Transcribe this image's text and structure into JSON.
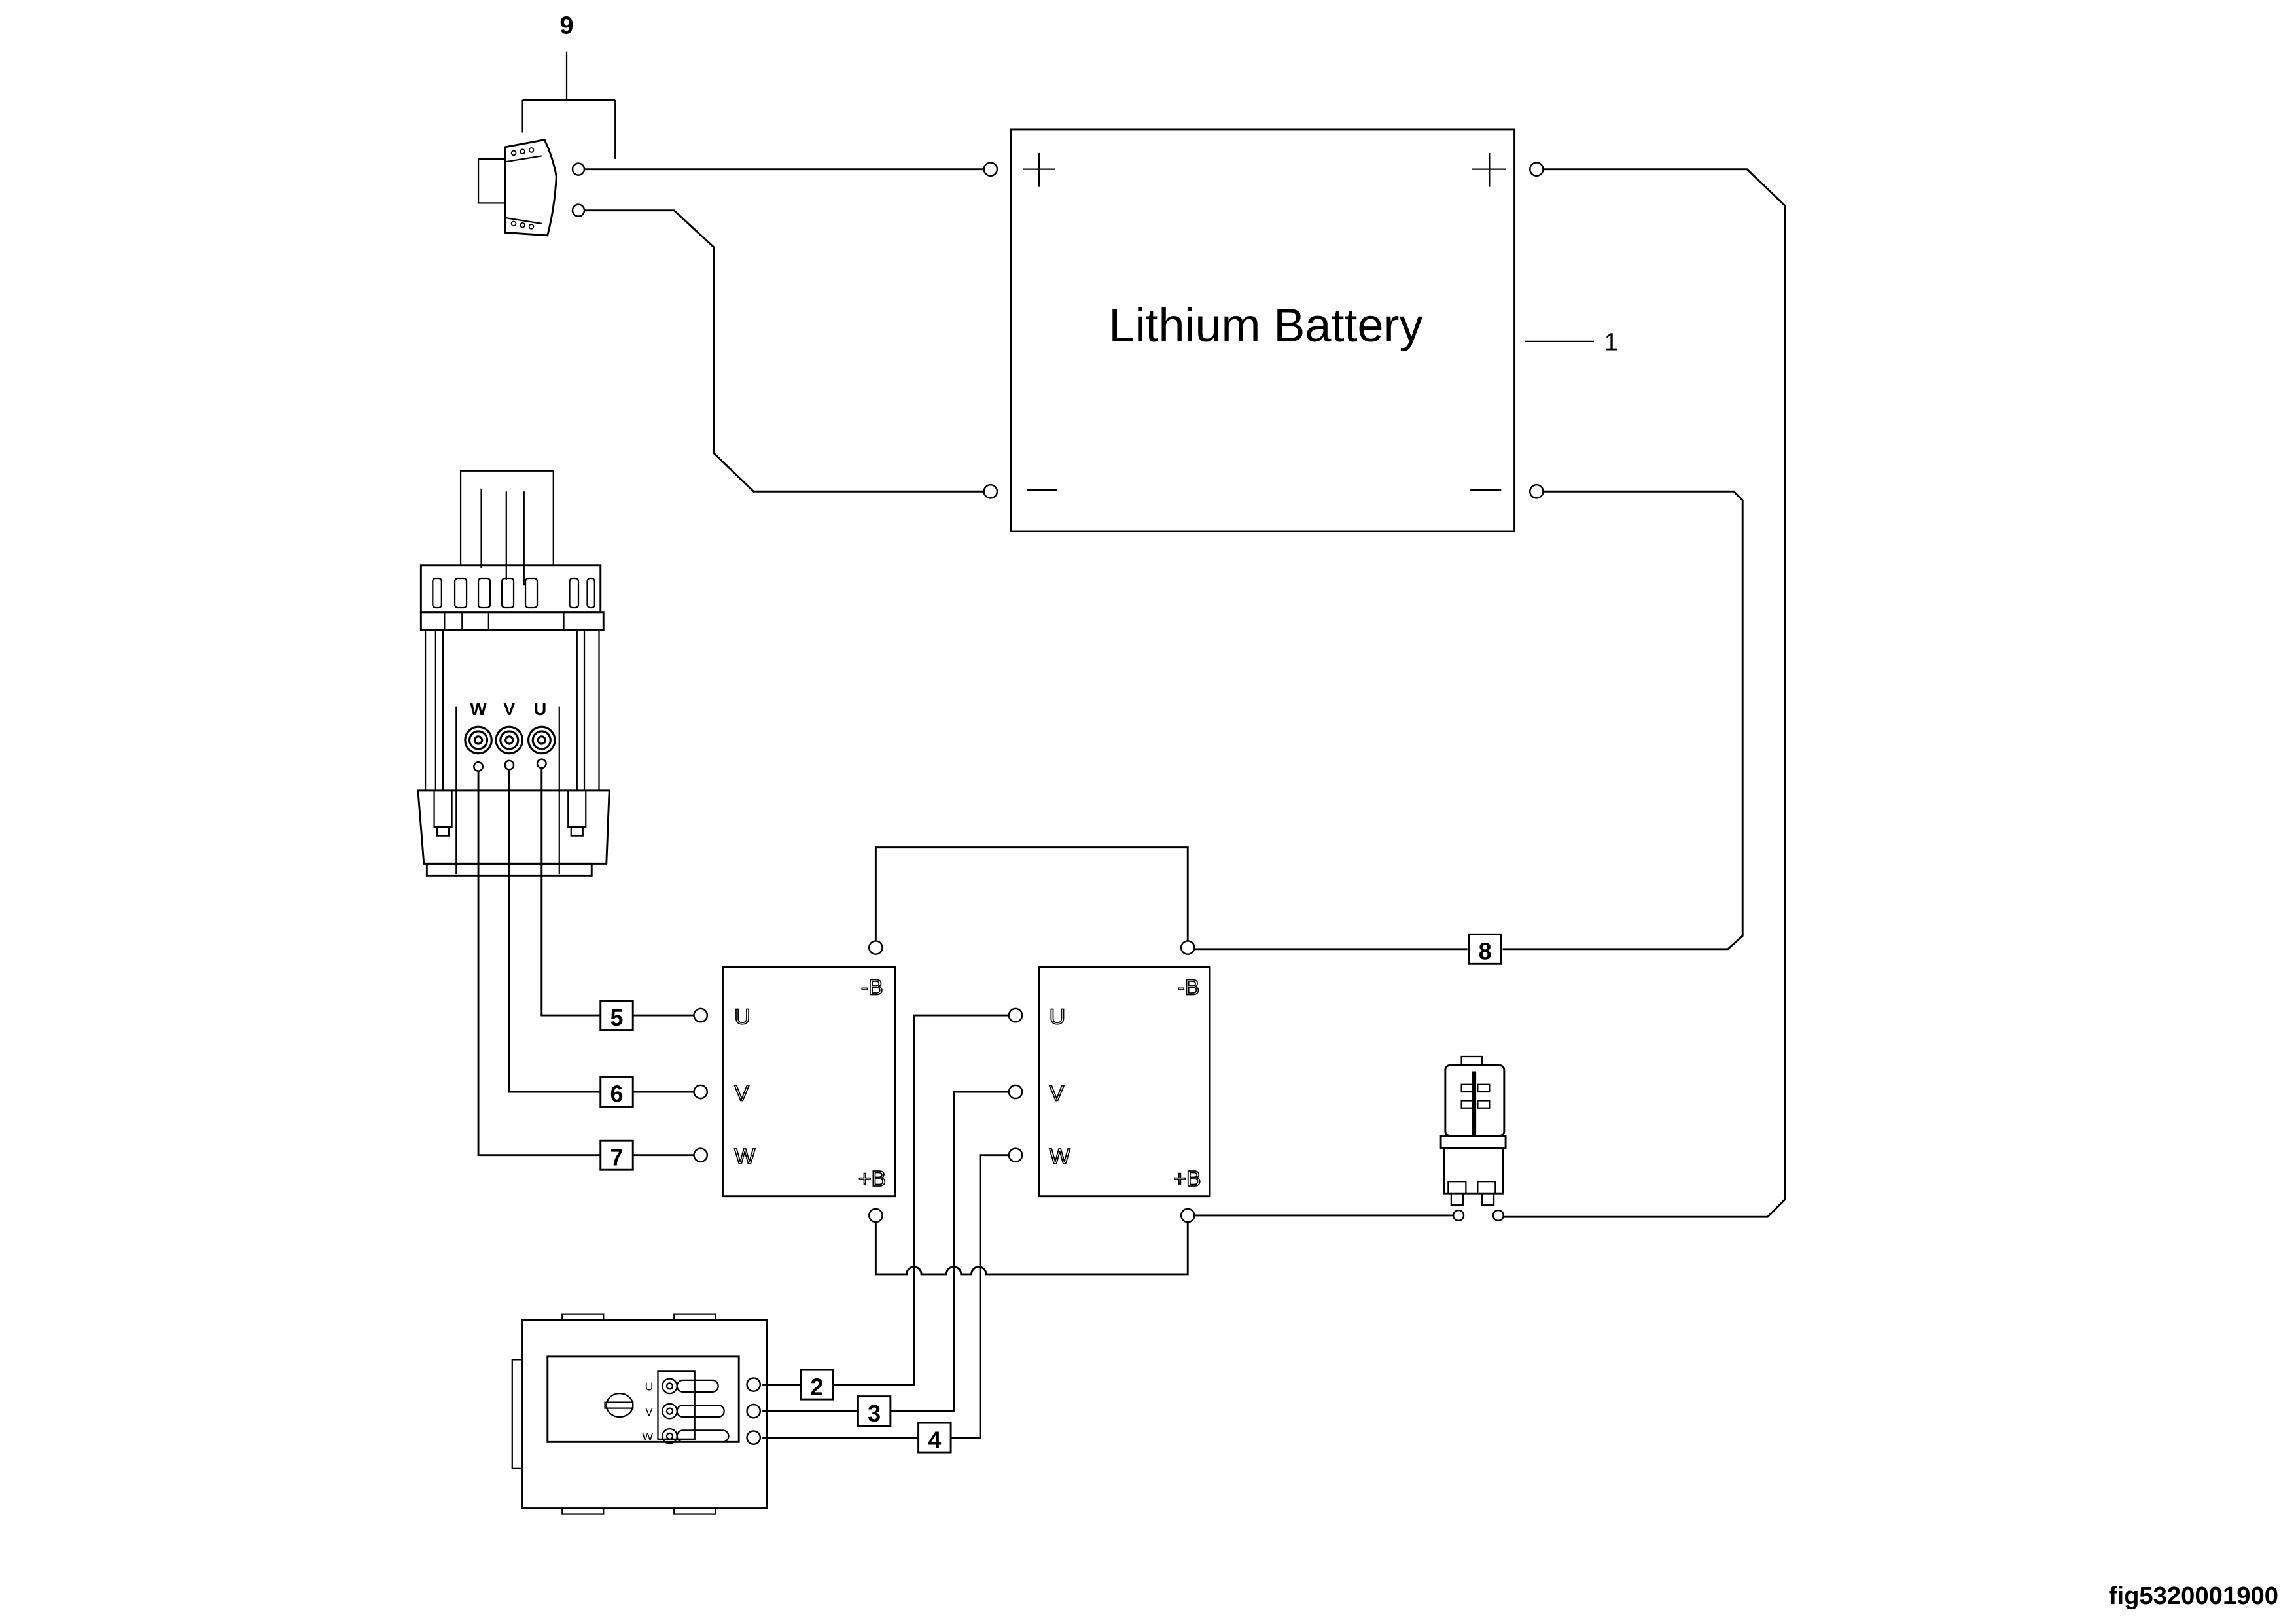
{
  "diagram": {
    "figure_id": "fig5320001900",
    "battery": {
      "title": "Lithium Battery",
      "callout": "1",
      "plus": "+",
      "minus": "—"
    },
    "key_switch": {
      "callout": "9"
    },
    "traction_motor": {
      "terminals": [
        "W",
        "V",
        "U"
      ]
    },
    "controller_left": {
      "neg": "-B",
      "pos": "+B",
      "phases": [
        "U",
        "V",
        "W"
      ]
    },
    "controller_right": {
      "neg": "-B",
      "pos": "+B",
      "phases": [
        "U",
        "V",
        "W"
      ]
    },
    "pump_motor": {
      "terminals": [
        "U",
        "V",
        "W"
      ]
    },
    "wire_labels": {
      "w2": "2",
      "w3": "3",
      "w4": "4",
      "w5": "5",
      "w6": "6",
      "w7": "7",
      "w8": "8"
    }
  }
}
